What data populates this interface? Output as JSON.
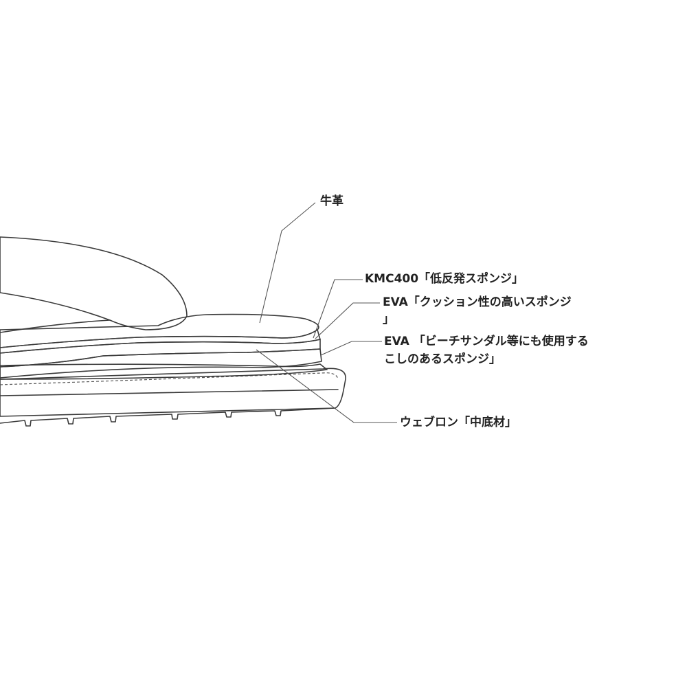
{
  "labels": {
    "leather": "牛革",
    "kmc400": "KMC400「低反発スポンジ」",
    "eva_cushion_line1": "EVA「クッション性の高いスポンジ",
    "eva_cushion_line2": "」",
    "eva_beach_line1": "EVA 「ビーチサンダル等にも使用する",
    "eva_beach_line2": "こしのあるスポンジ」",
    "webron": "ウェブロン「中底材」"
  },
  "colors": {
    "outline": "#3a3a3a",
    "kmc_layer": "#a9a9a9",
    "eva_cushion_layer": "#dadada",
    "eva_beach_layer": "#f8c07a",
    "webron_layer": "#ffffff",
    "background": "#ffffff"
  }
}
